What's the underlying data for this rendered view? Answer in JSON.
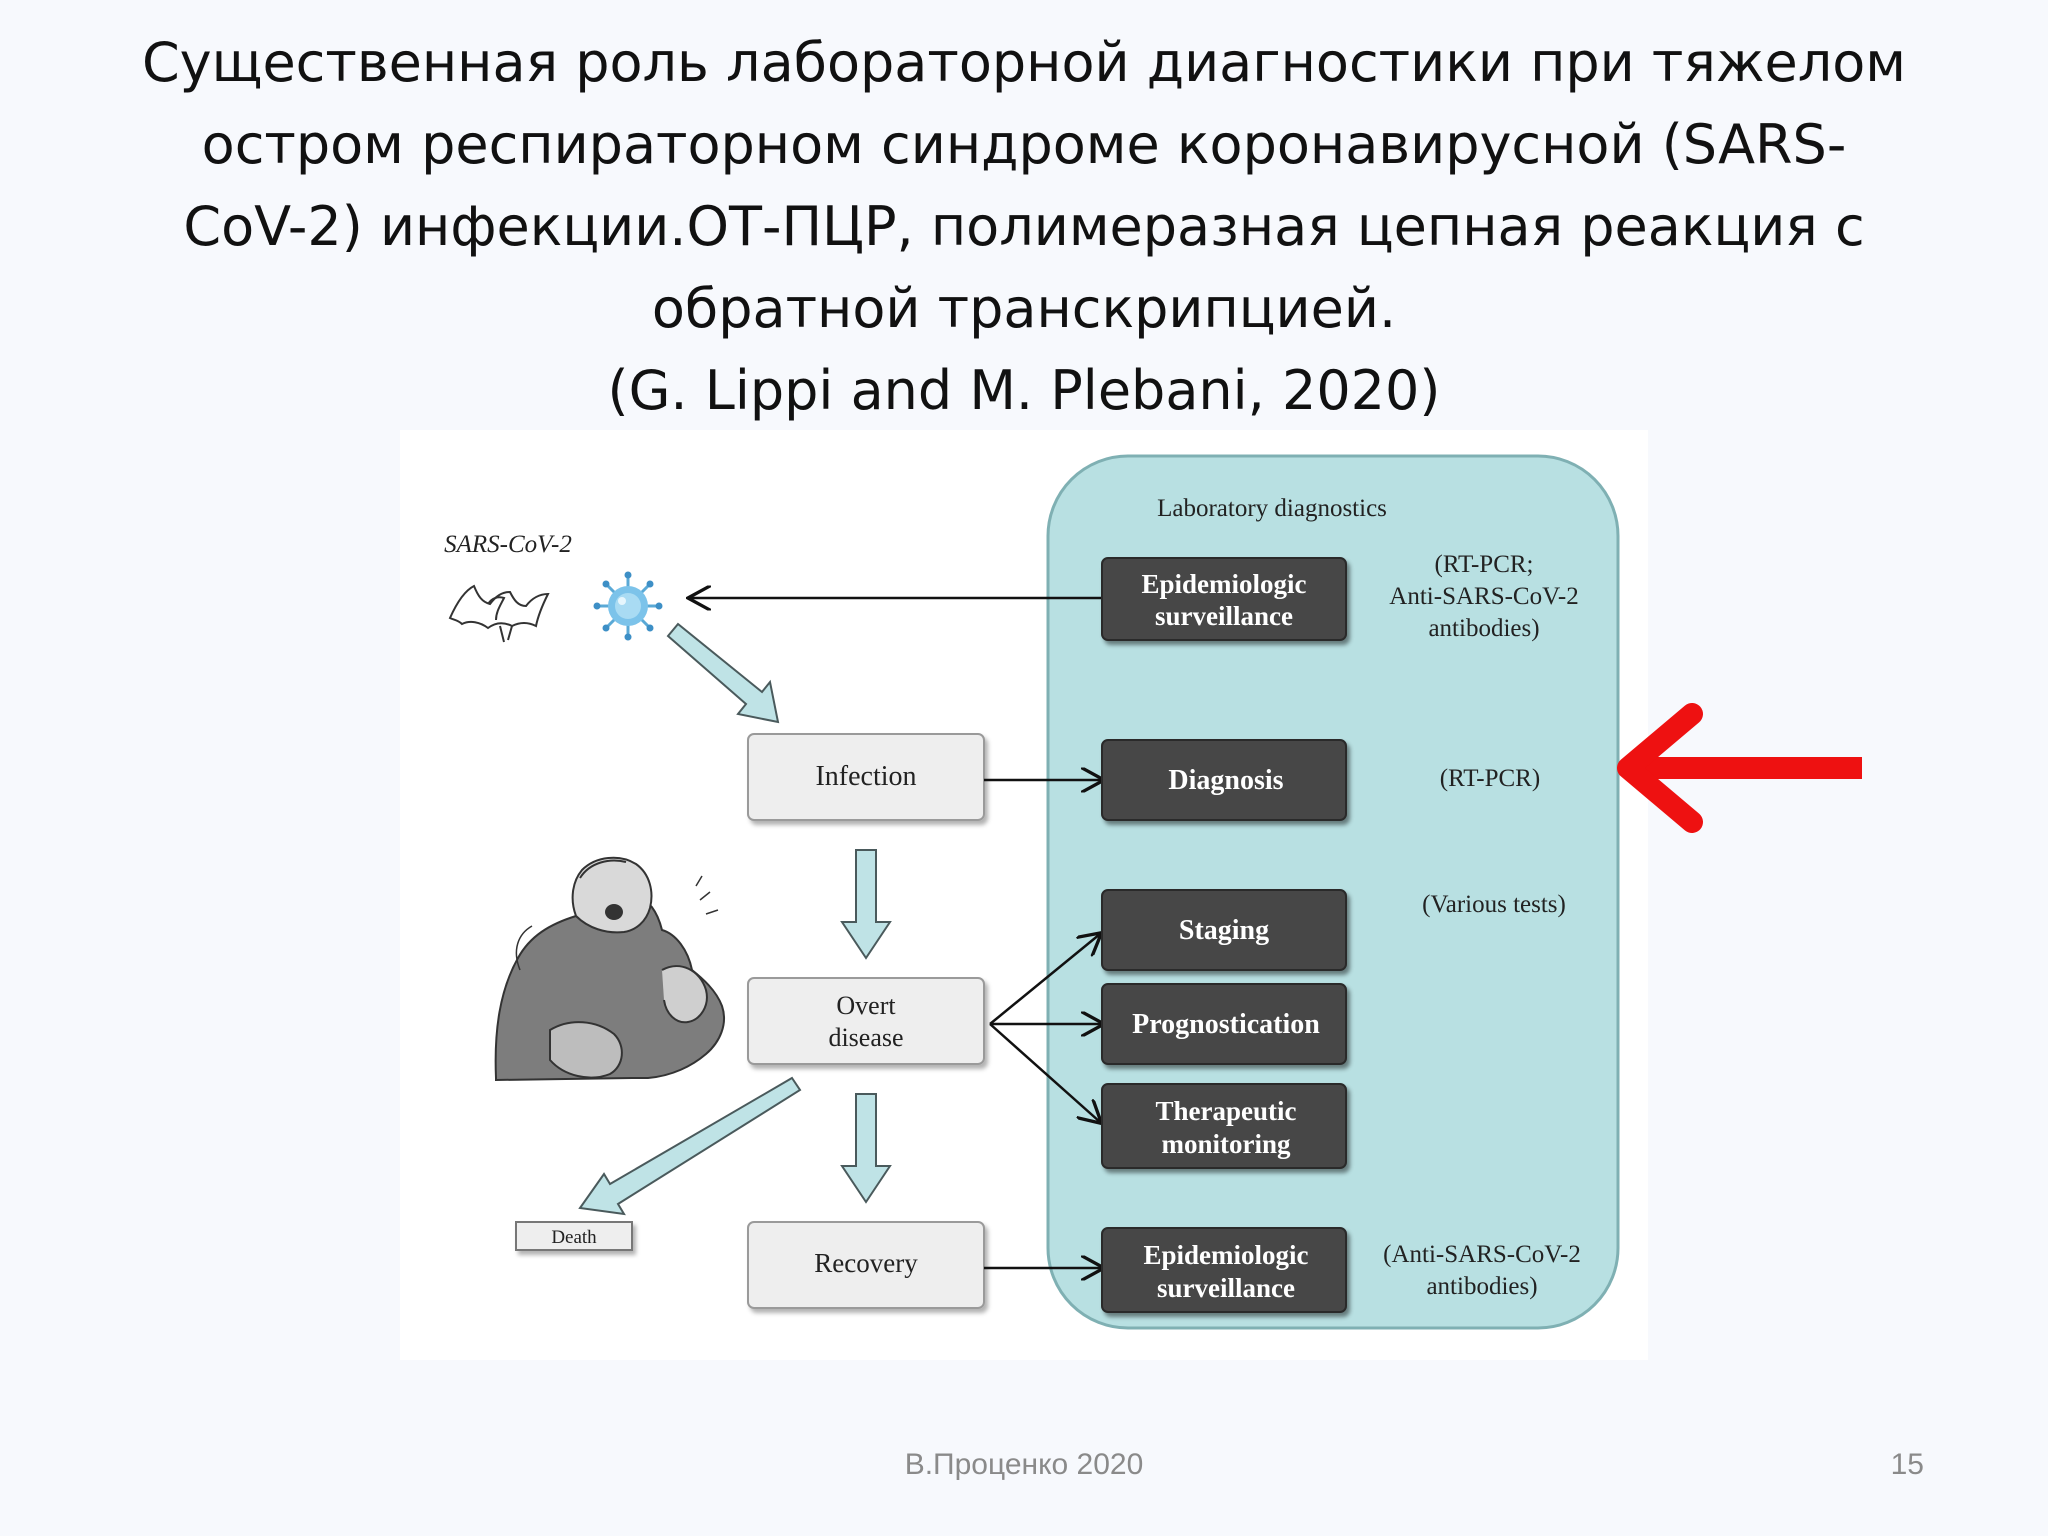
{
  "slide": {
    "title_lines": [
      "Существенная роль лабораторной диагностики при тяжелом",
      "остром респираторном синдроме коронавирусной  (SARS-",
      "CoV-2) инфекции.ОТ-ПЦР, полимеразная цепная реакция с",
      "обратной транскрипцией.",
      "(G. Lippi and M. Plebani, 2020)"
    ],
    "author": "В.Проценко 2020",
    "page_number": "15"
  },
  "diagram": {
    "virus_label": "SARS-CoV-2",
    "panel_title": "Laboratory diagnostics",
    "stages": {
      "infection": "Infection",
      "overt_line1": "Overt",
      "overt_line2": "disease",
      "recovery": "Recovery",
      "death": "Death"
    },
    "lab_boxes": {
      "epi_top_line1": "Epidemiologic",
      "epi_top_line2": "surveillance",
      "diagnosis": "Diagnosis",
      "staging": "Staging",
      "prognostication": "Prognostication",
      "therapeutic_line1": "Therapeutic",
      "therapeutic_line2": "monitoring",
      "epi_bottom_line1": "Epidemiologic",
      "epi_bottom_line2": "surveillance"
    },
    "notes": {
      "epi_top_1": "(RT-PCR;",
      "epi_top_2": "Anti-SARS-CoV-2",
      "epi_top_3": "antibodies)",
      "diagnosis": "(RT-PCR)",
      "various": "(Various tests)",
      "epi_bottom_1": "(Anti-SARS-CoV-2",
      "epi_bottom_2": "antibodies)"
    },
    "colors": {
      "panel_fill": "#b8e0e2",
      "panel_stroke": "#7fb0b3",
      "dark_box": "#474747",
      "light_box": "#eeeeee",
      "highlight_arrow": "#ee1111",
      "flow_arrow": "#bfe3e6"
    }
  }
}
